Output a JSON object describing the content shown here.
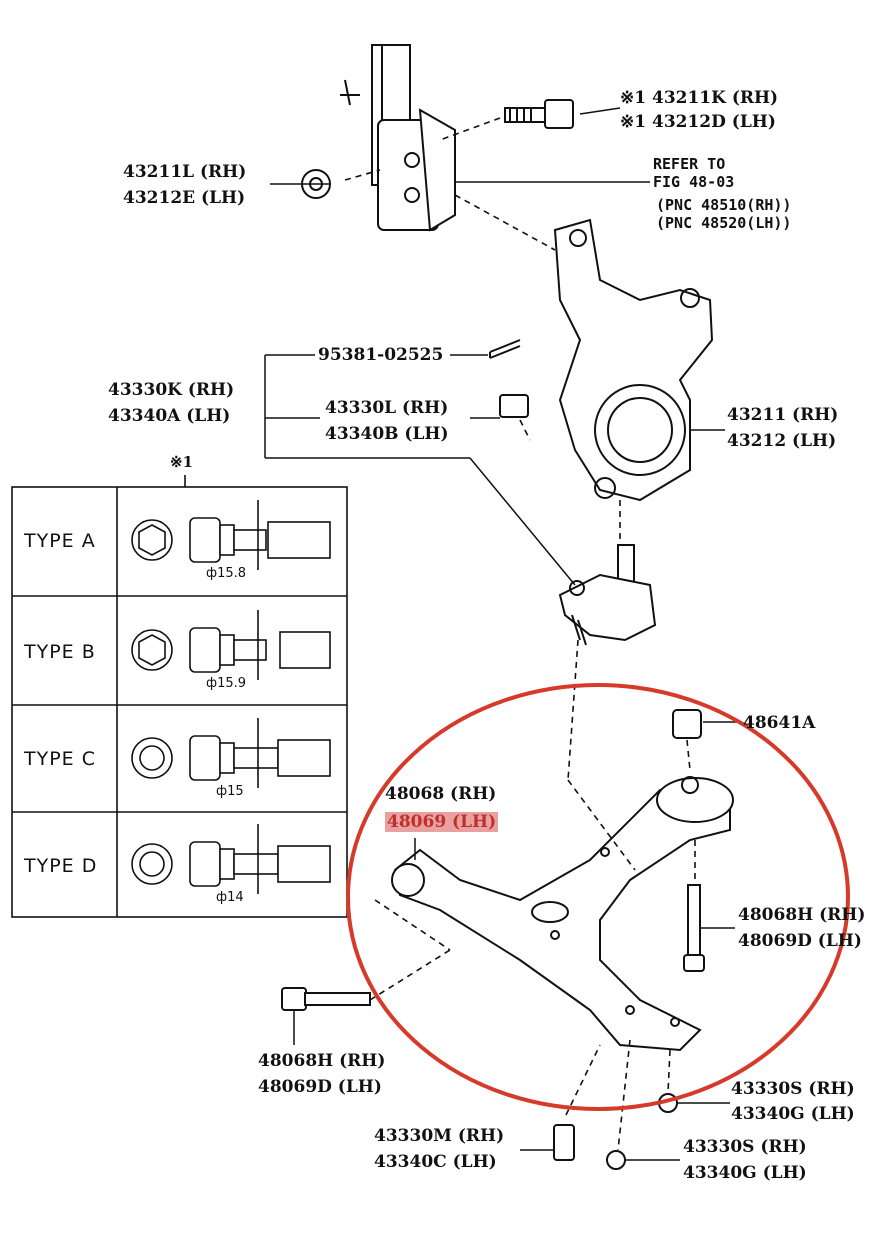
{
  "labels": {
    "bolt_top_rh": "※1 43211K (RH)",
    "bolt_top_lh": "※1 43212D (LH)",
    "nut_rh": "43211L (RH)",
    "nut_lh": "43212E (LH)",
    "refer_1": "REFER TO",
    "refer_2": "FIG 48-03",
    "refer_3": "(PNC 48510(RH))",
    "refer_4": "(PNC 48520(LH))",
    "pin": "95381-02525",
    "balljoint_rh": "43330K (RH)",
    "balljoint_lh": "43340A (LH)",
    "nut2_rh": "43330L (RH)",
    "nut2_lh": "43340B (LH)",
    "knuckle_rh": "43211 (RH)",
    "knuckle_lh": "43212 (LH)",
    "note_mark": "※1",
    "nut3": "48641A",
    "arm_rh": "48068 (RH)",
    "arm_lh": "48069 (LH)",
    "bolt_r_rh": "48068H (RH)",
    "bolt_r_lh": "48069D (LH)",
    "bolt_l_rh": "48068H (RH)",
    "bolt_l_lh": "48069D (LH)",
    "bolt_b_rh": "43330M (RH)",
    "bolt_b_lh": "43340C (LH)",
    "nut_s1_rh": "43330S (RH)",
    "nut_s1_lh": "43340G (LH)",
    "nut_s2_rh": "43330S (RH)",
    "nut_s2_lh": "43340G (LH)"
  },
  "types": [
    {
      "label": "TYPE A",
      "dim": "ф15.8"
    },
    {
      "label": "TYPE B",
      "dim": "ф15.9"
    },
    {
      "label": "TYPE C",
      "dim": "ф15"
    },
    {
      "label": "TYPE D",
      "dim": "ф14"
    }
  ],
  "colors": {
    "ink": "#111111",
    "highlight_circle": "#d63a2a",
    "highlight_fill": "#e8a0a0"
  }
}
